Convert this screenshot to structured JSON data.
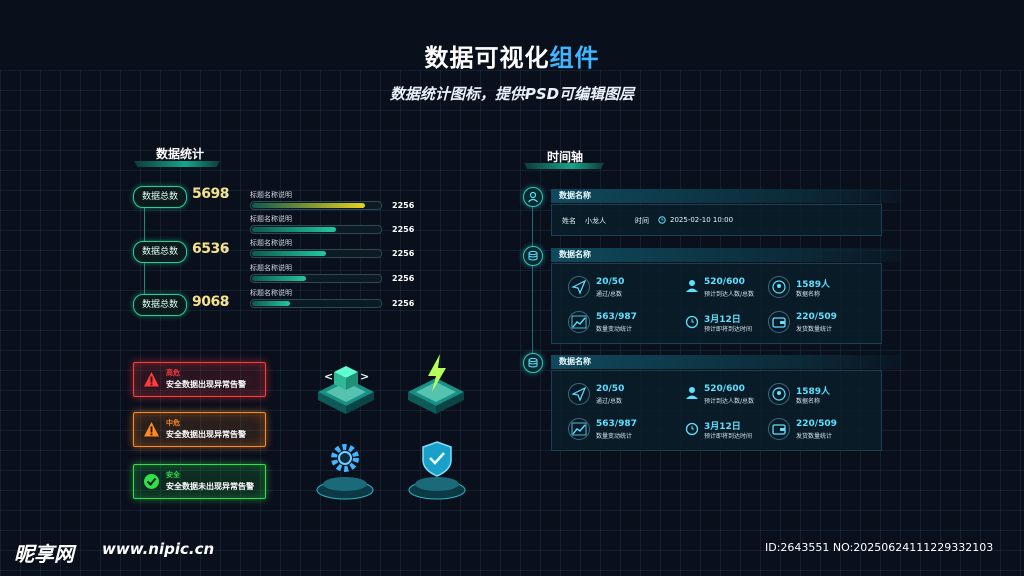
{
  "header": {
    "title_main": "数据可视化",
    "title_accent": "组件",
    "subtitle": "数据统计图标，提供PSD可编辑图层"
  },
  "stats_section": {
    "title": "数据统计",
    "items": [
      {
        "label": "数据总数",
        "value": "5698",
        "arrow": "↑"
      },
      {
        "label": "数据总数",
        "value": "6536",
        "arrow": "↑"
      },
      {
        "label": "数据总数",
        "value": "9068",
        "arrow": "↑"
      }
    ],
    "bars": [
      {
        "label": "标题名称说明",
        "value": "2256",
        "fraction": 0.88,
        "color": "#e8d21c"
      },
      {
        "label": "标题名称说明",
        "value": "2256",
        "fraction": 0.66,
        "color": "#1fc9a0"
      },
      {
        "label": "标题名称说明",
        "value": "2256",
        "fraction": 0.58,
        "color": "#1fc9a0"
      },
      {
        "label": "标题名称说明",
        "value": "2256",
        "fraction": 0.42,
        "color": "#1fc9a0"
      },
      {
        "label": "标题名称说明",
        "value": "2256",
        "fraction": 0.3,
        "color": "#1fc9a0"
      }
    ]
  },
  "alerts": [
    {
      "level": "高危",
      "message": "安全数据出现异常告警",
      "color": "#ff3b3b",
      "icon": "warning-triangle-icon"
    },
    {
      "level": "中危",
      "message": "安全数据出现异常告警",
      "color": "#ff8a1e",
      "icon": "warning-triangle-icon"
    },
    {
      "level": "安全",
      "message": "安全数据未出现异常告警",
      "color": "#2ee04a",
      "icon": "check-circle-icon"
    }
  ],
  "timeline": {
    "title": "时间轴",
    "entry1": {
      "header": "数据名称",
      "name_label": "姓名",
      "name_value": "小龙人",
      "time_label": "时间",
      "time_value": "2025-02-10 10:00"
    },
    "entry2": {
      "header": "数据名称",
      "metrics": [
        {
          "value": "20/50",
          "label": "通过/总数"
        },
        {
          "value": "520/600",
          "label": "预计到达人数/总数"
        },
        {
          "value": "1589人",
          "label": "数据名称"
        },
        {
          "value": "563/987",
          "label": "数量变动统计"
        },
        {
          "value": "3月12日",
          "label": "预计即将到达时间"
        },
        {
          "value": "220/509",
          "label": "发货数量统计"
        }
      ]
    },
    "entry3": {
      "header": "数据名称",
      "metrics": [
        {
          "value": "20/50",
          "label": "通过/总数"
        },
        {
          "value": "520/600",
          "label": "预计到达人数/总数"
        },
        {
          "value": "1589人",
          "label": "数据名称"
        },
        {
          "value": "563/987",
          "label": "数量变动统计"
        },
        {
          "value": "3月12日",
          "label": "预计即将到达时间"
        },
        {
          "value": "220/509",
          "label": "发货数量统计"
        }
      ]
    }
  },
  "footer": {
    "logo": "昵享网",
    "url": "www.nipic.cn",
    "id_text": "ID:2643551 NO:20250624111229332103"
  }
}
